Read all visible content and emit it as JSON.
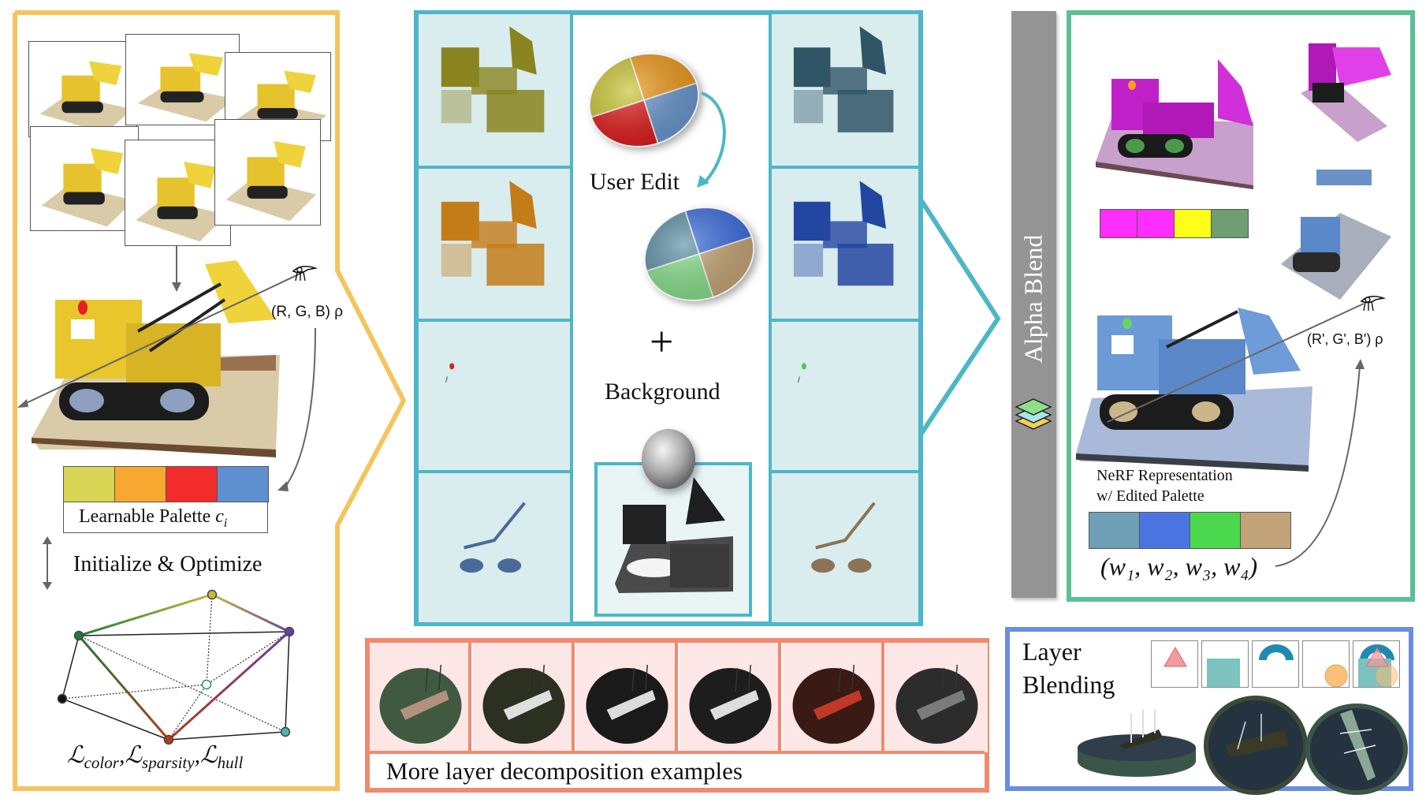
{
  "left_panel": {
    "title": "Input multi-view images to palette optimization",
    "border_color": "#f5c45e",
    "input_views": [
      {
        "label": "view-1",
        "hue": "#e6c22c"
      },
      {
        "label": "view-2",
        "hue": "#e6c22c"
      },
      {
        "label": "view-3",
        "hue": "#e6c22c"
      },
      {
        "label": "view-4",
        "hue": "#e6c22c"
      },
      {
        "label": "view-5",
        "hue": "#e6c22c"
      },
      {
        "label": "view-6",
        "hue": "#e6c22c"
      }
    ],
    "ray_label": "(R, G, B) ρ",
    "palette_label_prefix": "Learnable Palette ",
    "palette_label_var": "c",
    "palette_label_sub": "i",
    "palette": [
      "#d8d654",
      "#f7a830",
      "#f22b2b",
      "#5e8fcf"
    ],
    "init_label": "Initialize & Optimize",
    "loss_label": {
      "parts": [
        {
          "sym": "ℒ",
          "sub": "color"
        },
        {
          "sym": "ℒ",
          "sub": "sparsity"
        },
        {
          "sym": "ℒ",
          "sub": "hull"
        }
      ],
      "separator": ","
    },
    "hull_vertex_colors": {
      "top": "#c9b840",
      "left": "#1f7a3a",
      "right": "#6a3fa0",
      "bottom_left": "#111111",
      "bottom": "#b33a1a",
      "bottom_right": "#4fb3a8",
      "center": "#ffffff"
    }
  },
  "middle_panel": {
    "border_color": "#4db6c9",
    "tile_bg": "#d9ecee",
    "original_layers": [
      {
        "name": "yellow-layer",
        "color": "#8a8420"
      },
      {
        "name": "orange-layer",
        "color": "#c47c18"
      },
      {
        "name": "red-layer",
        "color": "#d42020"
      },
      {
        "name": "blue-layer",
        "color": "#4a6a9a"
      }
    ],
    "edited_layers": [
      {
        "name": "teal-layer",
        "color": "#2f5566"
      },
      {
        "name": "blue-layer",
        "color": "#2346a0"
      },
      {
        "name": "green-layer",
        "color": "#4fc25a"
      },
      {
        "name": "tan-layer",
        "color": "#8b7355"
      }
    ],
    "pie_original": [
      "#c9c430",
      "#f09a1a",
      "#e01818",
      "#6a98d0"
    ],
    "pie_edited": [
      "#5a8fa3",
      "#3b6ee0",
      "#86e08a",
      "#c7a677"
    ],
    "user_edit_label": "User Edit",
    "plus_label": "+",
    "background_label": "Background"
  },
  "alpha_blend": {
    "label": "Alpha Blend",
    "bar_color": "#949494",
    "layers_icon_colors": [
      "#8fde8a",
      "#a8e6ec",
      "#f5cd5a"
    ]
  },
  "right_panel": {
    "border_color": "#5dbf94",
    "top_palette": [
      "#ff2eff",
      "#ff2eff",
      "#ffff1a",
      "#6e9e72"
    ],
    "ray_label": "(R', G', B') ρ",
    "nerf_label_line1": "NeRF Representation",
    "nerf_label_line2": "w/ Edited Palette",
    "edited_palette": [
      "#6f9fb6",
      "#4a74e0",
      "#4cd84e",
      "#c2a37a"
    ],
    "weights_label": "(w₁, w₂, w₃, w₄)"
  },
  "bottom_examples": {
    "border_color": "#f08a70",
    "label": "More layer decomposition examples",
    "tiles": [
      {
        "name": "full-scene",
        "primary": "#3f5a40",
        "accent": "#c99a8a"
      },
      {
        "name": "dark-green-layer",
        "primary": "#2b3020",
        "accent": "#ffffff"
      },
      {
        "name": "black-outline-layer",
        "primary": "#1a1a1a",
        "accent": "#ffffff"
      },
      {
        "name": "dark-blob-layer",
        "primary": "#1d1d1d",
        "accent": "#ffffff"
      },
      {
        "name": "red-ship-layer",
        "primary": "#3a1a14",
        "accent": "#d8402a"
      },
      {
        "name": "grey-layer",
        "primary": "#2c2c2c",
        "accent": "#8a8a8a"
      }
    ]
  },
  "layer_blending": {
    "border_color": "#6a8de0",
    "label_line1": "Layer",
    "label_line2": "Blending",
    "shapes": [
      {
        "name": "triangle",
        "color": "#f29aa0"
      },
      {
        "name": "square",
        "color": "#7cc2bf"
      },
      {
        "name": "arch",
        "color": "#1f8ab0"
      },
      {
        "name": "circle",
        "color": "#f9c07a"
      },
      {
        "name": "blended",
        "color": "#7cc2bf"
      }
    ],
    "ship_views": [
      "side-view",
      "top-view",
      "tilted-view"
    ]
  }
}
